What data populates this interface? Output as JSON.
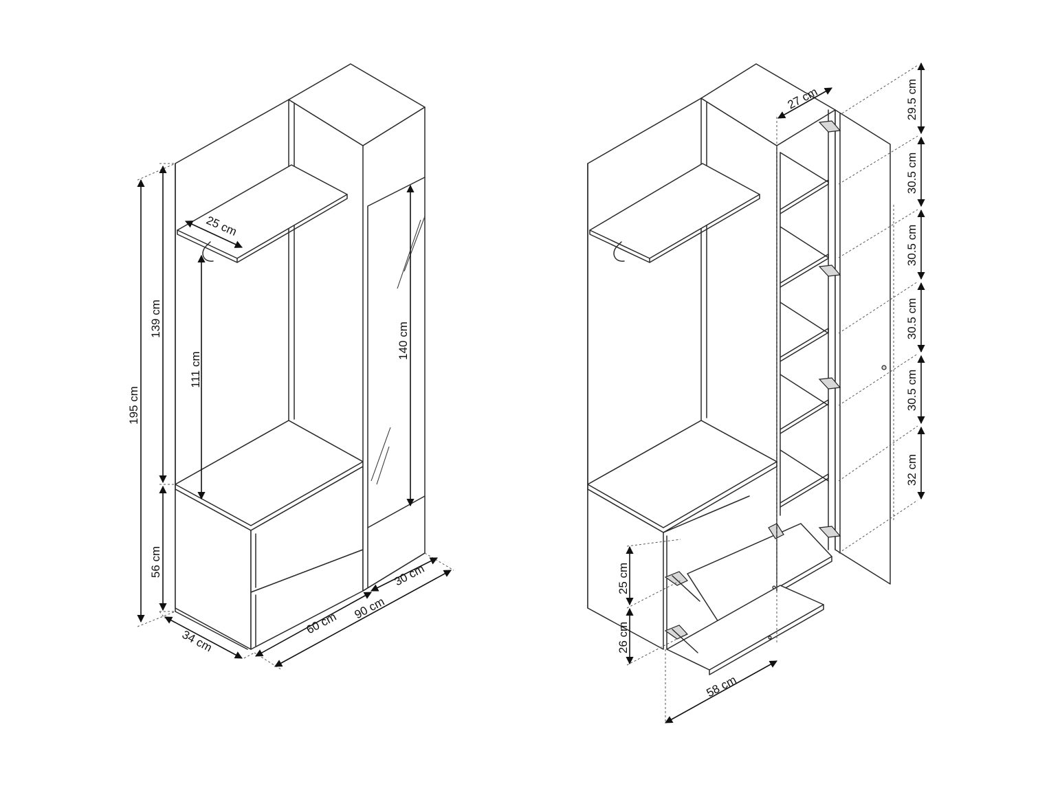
{
  "left_view": {
    "dimensions": {
      "total_height": "195 cm",
      "upper_height": "139 cm",
      "lower_height": "56 cm",
      "under_shelf_height": "111 cm",
      "door_height": "140 cm",
      "shelf_depth": "25 cm",
      "depth": "34 cm",
      "open_width": "60 cm",
      "total_width": "90 cm",
      "cabinet_width": "30 cm"
    }
  },
  "right_view": {
    "dimensions": {
      "cabinet_depth": "27 cm",
      "compartment_1": "29.5 cm",
      "compartment_2": "30.5 cm",
      "compartment_3": "30.5 cm",
      "compartment_4": "30.5 cm",
      "compartment_5": "30.5 cm",
      "compartment_6": "32 cm",
      "drawer_upper": "25 cm",
      "drawer_lower": "26 cm",
      "drawer_width": "58 cm"
    }
  },
  "colors": {
    "line": "#2a2a2a",
    "background": "#ffffff"
  }
}
